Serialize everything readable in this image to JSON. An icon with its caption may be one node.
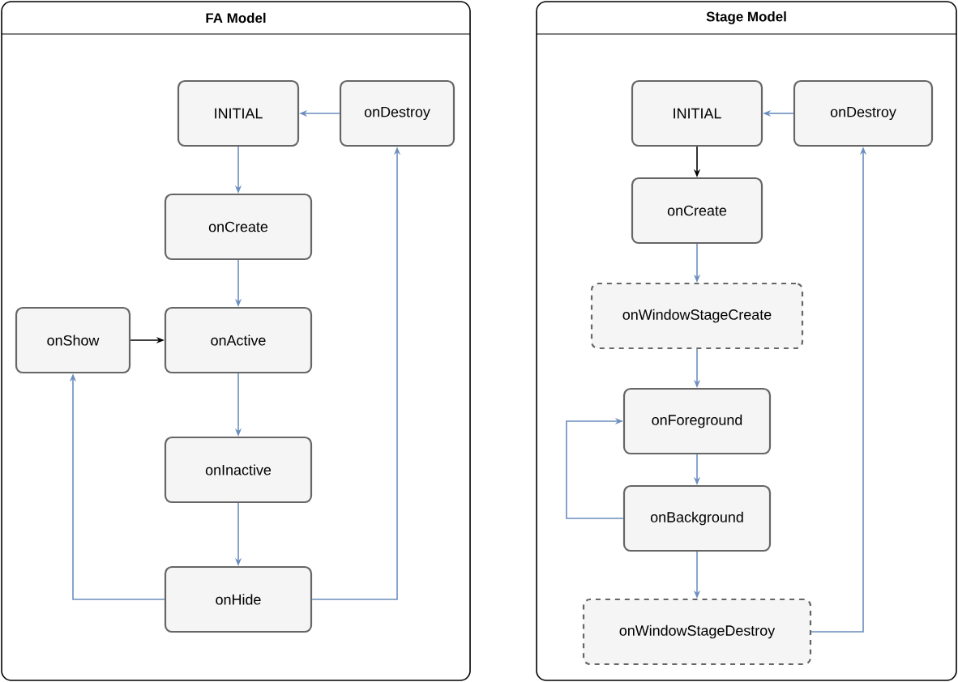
{
  "diagram": {
    "nodes": [
      {
        "text": [
          "FA Model"
        ]
      },
      {
        "text": [
          "INITIAL"
        ],
        "in": 0
      },
      {
        "text": [
          "onDestroy"
        ],
        "in": 0
      },
      {
        "text": [
          "onCreate"
        ],
        "in": 0
      },
      {
        "text": [
          "onShow"
        ],
        "in": 0
      },
      {
        "text": [
          "onActive"
        ],
        "in": 0
      },
      {
        "text": [
          "onInactive"
        ],
        "in": 0
      },
      {
        "text": [
          "onHide"
        ],
        "in": 0
      },
      {
        "text": [
          "Stage Model"
        ]
      },
      {
        "text": [
          "INITIAL"
        ],
        "in": 8
      },
      {
        "text": [
          "onDestroy"
        ],
        "in": 8
      },
      {
        "text": [
          "onCreate"
        ],
        "in": 8
      },
      {
        "text": [
          "onWindowStageCreate"
        ],
        "in": 8
      },
      {
        "text": [
          "onForeground"
        ],
        "in": 8
      },
      {
        "text": [
          "onBackground"
        ],
        "in": 8
      },
      {
        "text": [
          "onWindowStageDestroy"
        ],
        "in": 8
      }
    ],
    "edges": [
      {
        "from": 2,
        "to": 1,
        "arrow": "to"
      },
      {
        "from": 1,
        "to": 3,
        "arrow": "to"
      },
      {
        "from": 3,
        "to": 5,
        "arrow": "to"
      },
      {
        "from": 4,
        "to": 5,
        "arrow": "to",
        "color": "#000000"
      },
      {
        "from": 5,
        "to": 6,
        "arrow": "to"
      },
      {
        "from": 6,
        "to": 7,
        "arrow": "to"
      },
      {
        "from": 7,
        "to": 4,
        "arrow": "to"
      },
      {
        "from": 7,
        "to": 2,
        "arrow": "to"
      },
      {
        "from": 10,
        "to": 9,
        "arrow": "to"
      },
      {
        "from": 9,
        "to": 11,
        "arrow": "to",
        "color": "#000000"
      },
      {
        "from": 11,
        "to": 12,
        "arrow": "to"
      },
      {
        "from": 12,
        "to": 13,
        "arrow": "to"
      },
      {
        "from": 13,
        "to": 14,
        "arrow": "to"
      },
      {
        "from": 14,
        "to": 13,
        "arrow": "to"
      },
      {
        "from": 14,
        "to": 15,
        "arrow": "to"
      },
      {
        "from": 15,
        "to": 10,
        "arrow": "to"
      }
    ]
  }
}
